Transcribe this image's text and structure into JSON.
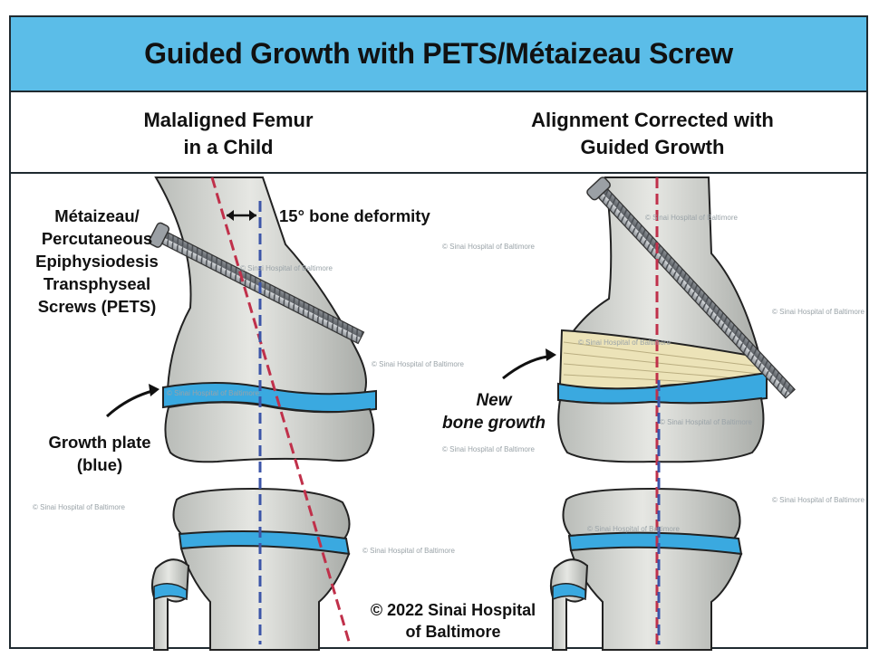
{
  "title": "Guided Growth with PETS/Métaizeau Screw",
  "columns": {
    "left": {
      "line1": "Malaligned Femur",
      "line2": "in a Child"
    },
    "right": {
      "line1": "Alignment Corrected with",
      "line2": "Guided Growth"
    }
  },
  "labels": {
    "deformity": "15° bone deformity",
    "screw": [
      "Métaizeau/",
      "Percutaneous",
      "Epiphysiodesis",
      "Transphyseal",
      "Screws (PETS)"
    ],
    "growth_plate": [
      "Growth plate",
      "(blue)"
    ],
    "new_growth": [
      "New",
      "bone growth"
    ]
  },
  "copyright": [
    "© 2022 Sinai Hospital",
    "of Baltimore"
  ],
  "watermark": "© Sinai Hospital of Baltimore",
  "colors": {
    "title_bg": "#5bbde8",
    "growth_plate": "#3aa9e0",
    "new_bone": "#ece3b8",
    "bone": "#d8dad6",
    "red_axis": "#c0304a",
    "blue_axis": "#3c55a8"
  }
}
